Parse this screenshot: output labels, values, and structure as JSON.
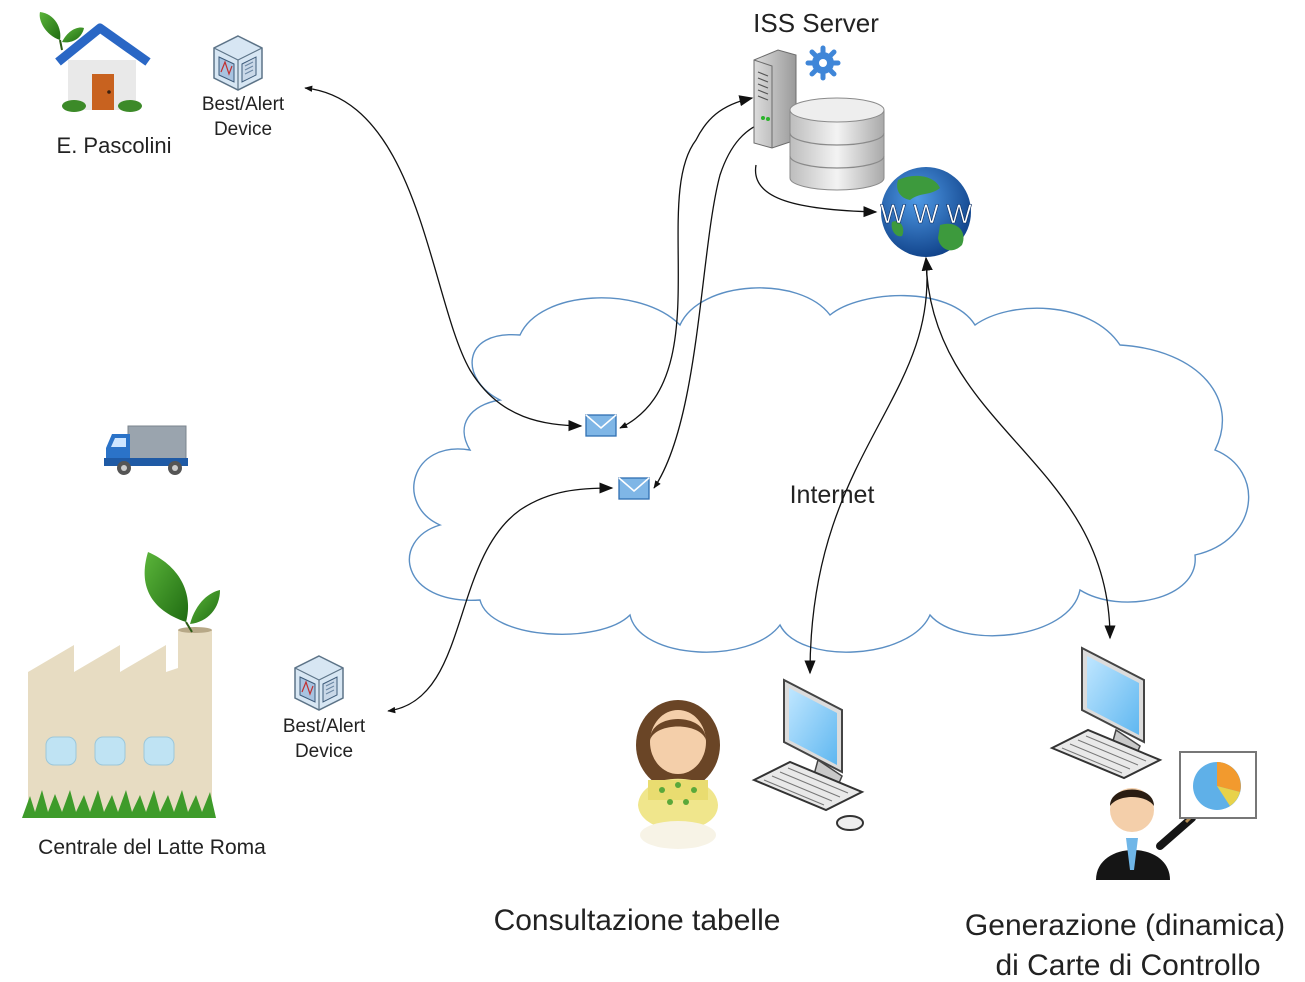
{
  "nodes": {
    "house": {
      "label": "E. Pascolini"
    },
    "device_top": {
      "label_line1": "Best/Alert",
      "label_line2": "Device"
    },
    "device_bottom": {
      "label_line1": "Best/Alert",
      "label_line2": "Device"
    },
    "factory": {
      "label": "Centrale del Latte Roma"
    },
    "server": {
      "label": "ISS Server"
    },
    "www": {
      "glyphs": "W W W"
    },
    "cloud": {
      "label": "Internet"
    }
  },
  "captions": {
    "consult": "Consultazione tabelle",
    "generate_line1": "Generazione (dinamica)",
    "generate_line2": "di Carte di Controllo"
  },
  "icons": [
    "house-icon",
    "device-icon",
    "truck-icon",
    "factory-icon",
    "server-icon",
    "gear-icon",
    "database-icon",
    "globe-icon",
    "envelope-icon",
    "computer-icon",
    "woman-icon",
    "businessman-icon",
    "pie-chart-icon"
  ],
  "colors": {
    "arrow": "#111111",
    "cloud_stroke": "#5b8fc4",
    "text": "#222222",
    "globe": "#1f5fb0",
    "land": "#3d9a3d"
  }
}
